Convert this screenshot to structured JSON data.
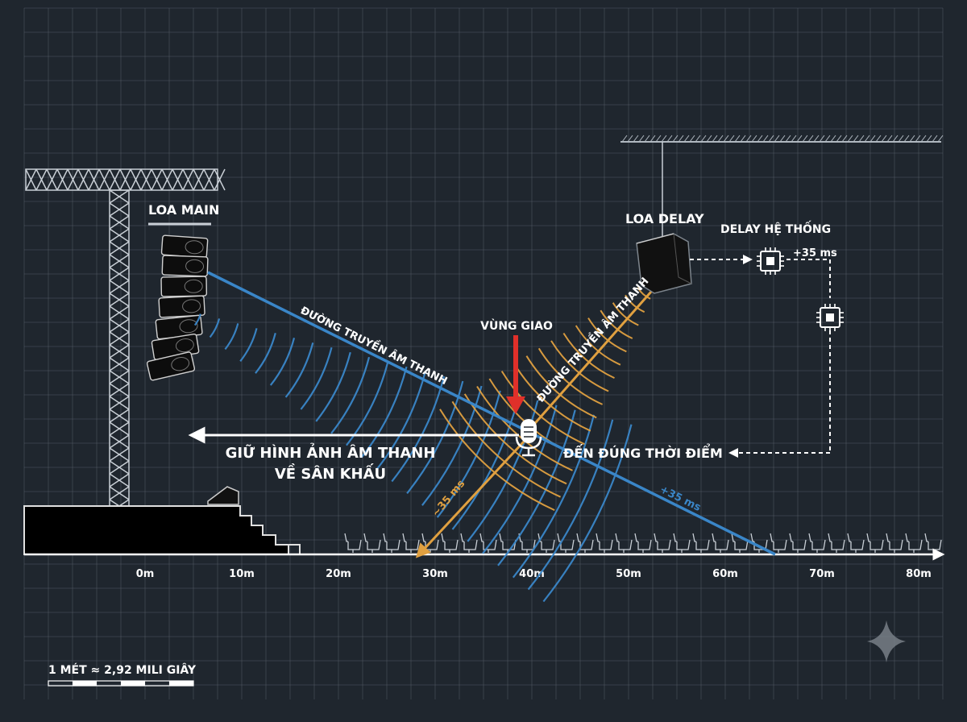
{
  "labels": {
    "loa_main": "LOA MAIN",
    "loa_delay": "LOA DELAY",
    "delay_he_thong": "DELAY HỆ THỐNG",
    "delay_value": "+35 ms",
    "vung_giao": "VÙNG GIAO",
    "path_main": "ĐƯỜNG TRUYỀN ÂM THANH",
    "path_delay": "ĐƯỜNG TRUYỀN ÂM THANH",
    "giu_hinh_anh_1": "GIỮ HÌNH ẢNH ÂM THANH",
    "giu_hinh_anh_2": "VỀ SÂN KHẤU",
    "den_dung": "ĐẾN ĐÚNG THỜI ĐIỂM",
    "minus_35": "~35 ms",
    "plus_35": "+35 ms",
    "scale_note": "1 MÉT ≈ 2,92 MILI GIÂY"
  },
  "axis": {
    "ticks": [
      "0m",
      "10m",
      "20m",
      "30m",
      "40m",
      "50m",
      "60m",
      "70m",
      "80m"
    ]
  },
  "colors": {
    "background": "#1f262e",
    "grid": "#5b6470",
    "main_path": "#3a86c8",
    "delay_path": "#e0a040",
    "arrow_red": "#e0302a",
    "white": "#ffffff"
  },
  "icons": {
    "microphone": "microphone-icon",
    "processor": "processor-chip-icon",
    "speaker": "speaker-cabinet-icon",
    "watermark": "sparkle-icon"
  }
}
